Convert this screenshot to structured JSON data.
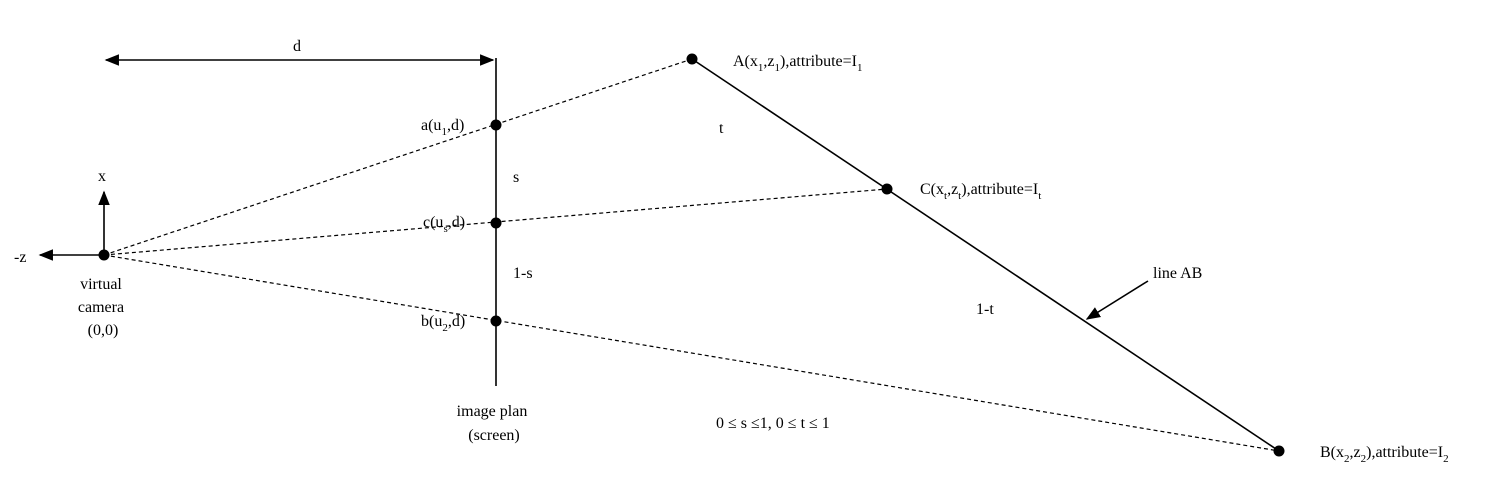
{
  "labels": {
    "d": "d",
    "axis_x": "x",
    "axis_neg_z": "-z",
    "camera_line1": "virtual",
    "camera_line2": "camera",
    "camera_line3": "(0,0)",
    "plane_line1": "image plan",
    "plane_line2": "(screen)",
    "s": "s",
    "one_minus_s": "1-s",
    "t": "t",
    "one_minus_t": "1-t",
    "line_ab": "line AB",
    "constraint": "0 ≤ s ≤1,  0 ≤ t ≤ 1"
  },
  "points": {
    "A": {
      "name": "A(x",
      "sub1": "1",
      "mid": ",z",
      "sub2": "1",
      "tail": "),attribute=I",
      "sub3": "1"
    },
    "B": {
      "name": "B(x",
      "sub1": "2",
      "mid": ",z",
      "sub2": "2",
      "tail": "),attribute=I",
      "sub3": "2"
    },
    "C": {
      "name": "C(x",
      "sub1": "t",
      "mid": ",z",
      "sub2": "t",
      "tail": "),attribute=I",
      "sub3": "t"
    },
    "a": {
      "name": "a(u",
      "sub1": "1",
      "tail": ",d)"
    },
    "c": {
      "name": "c(u",
      "sub1": "s",
      "tail": ",d)"
    },
    "b": {
      "name": "b(u",
      "sub1": "2",
      "tail": ",d)"
    }
  }
}
